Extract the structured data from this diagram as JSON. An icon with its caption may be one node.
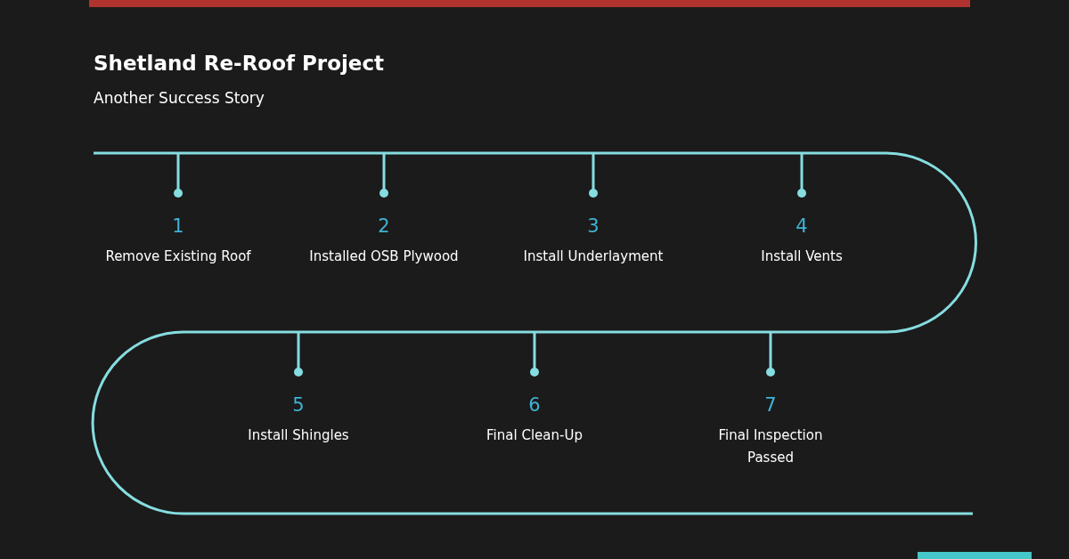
{
  "diagram": {
    "title": "Shetland Re-Roof Project",
    "caption": "Another Success Story",
    "labels": [
      "1",
      "Remove Existing Roof",
      "2",
      "Installed OSB Plywood",
      "3",
      "Install Underlayment",
      "4",
      "Install Vents",
      "5",
      "Install Shingles",
      "6",
      "Final Clean-Up",
      "7",
      "Final Inspection Passed"
    ]
  }
}
